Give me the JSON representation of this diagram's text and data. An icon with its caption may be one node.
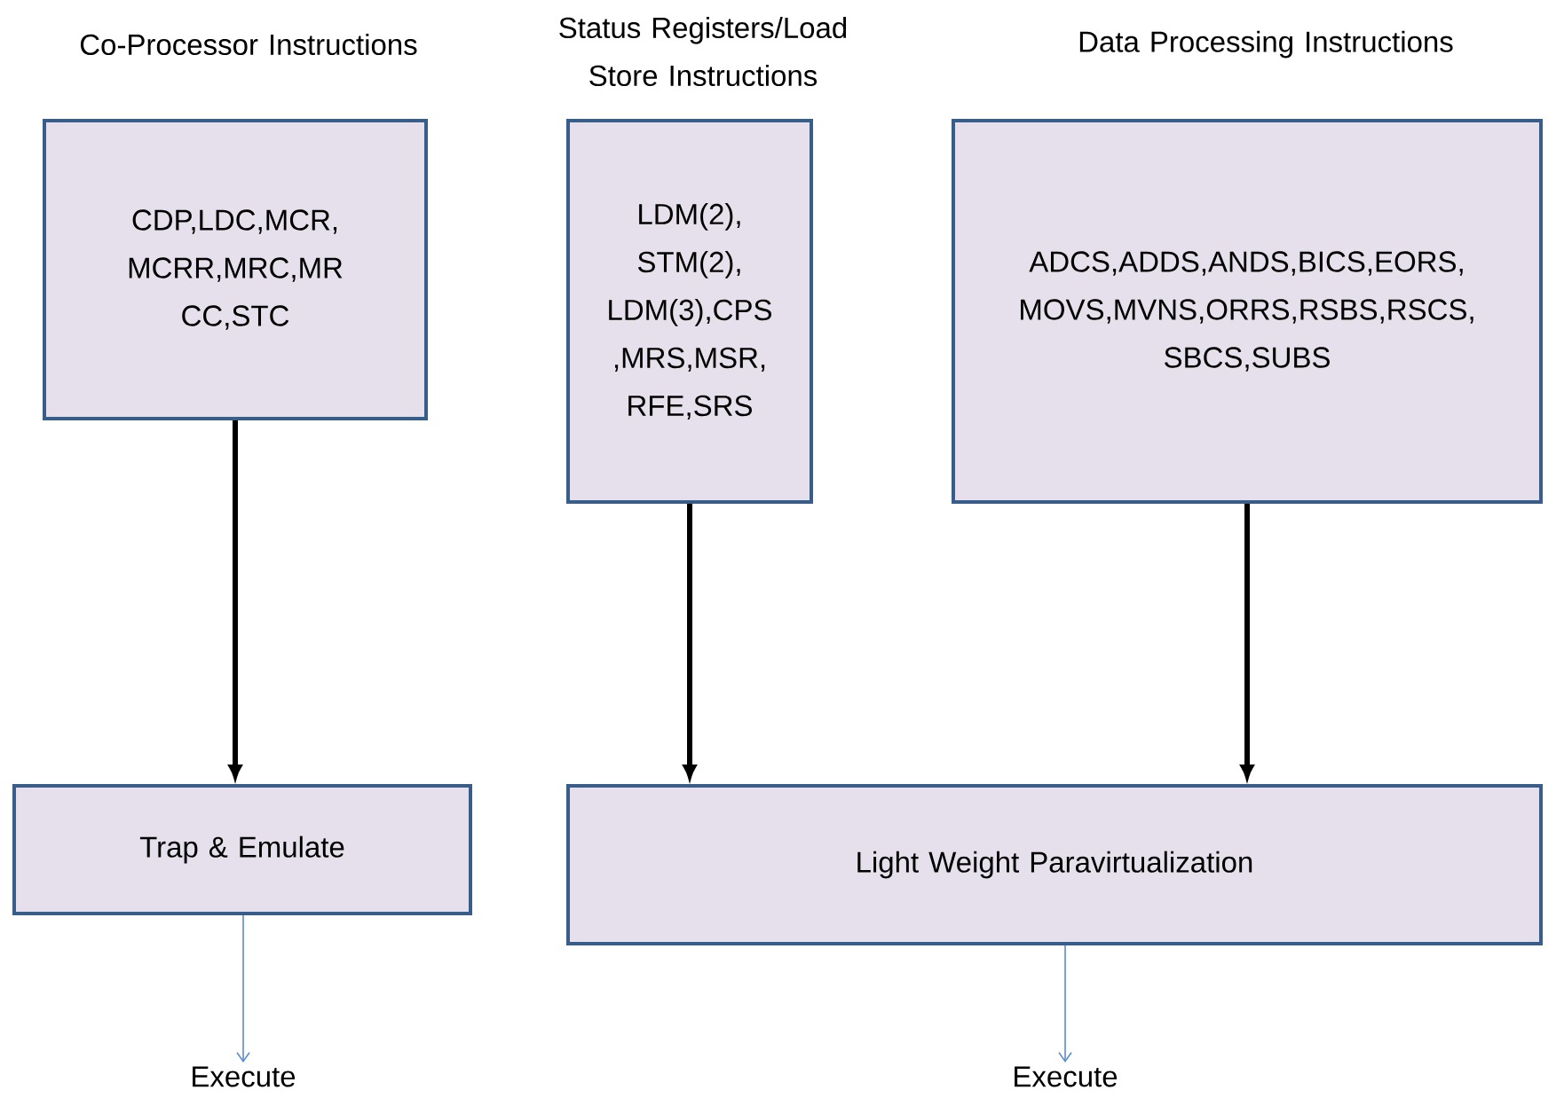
{
  "diagram": {
    "nodes": [
      {
        "text": [
          "Co-Processor Instructions",
          "CDP,LDC,MCR, MCRR,MRC,MR CC,STC"
        ]
      },
      {
        "text": [
          "Status Registers/Load Store Instructions",
          "LDM(2), STM(2), LDM(3),CPS ,MRS,MSR, RFE,SRS"
        ]
      },
      {
        "text": [
          "Data Processing Instructions",
          "ADCS,ADDS,ANDS,BICS,EORS, MOVS,MVNS,ORRS,RSBS,RSCS, SBCS,SUBS"
        ]
      },
      {
        "text": [
          "Trap & Emulate"
        ]
      },
      {
        "text": [
          "Light Weight Paravirtualization"
        ]
      },
      {
        "text": [
          "Execute"
        ]
      },
      {
        "text": [
          "Execute"
        ]
      }
    ],
    "edges": [
      {
        "from": 0,
        "to": 3,
        "arrow": "to"
      },
      {
        "from": 1,
        "to": 4,
        "arrow": "to"
      },
      {
        "from": 2,
        "to": 4,
        "arrow": "to"
      },
      {
        "from": 3,
        "to": 5,
        "arrow": "to",
        "color": "#5b8bd0"
      },
      {
        "from": 4,
        "to": 6,
        "arrow": "to",
        "color": "#5b8bd0"
      }
    ]
  }
}
